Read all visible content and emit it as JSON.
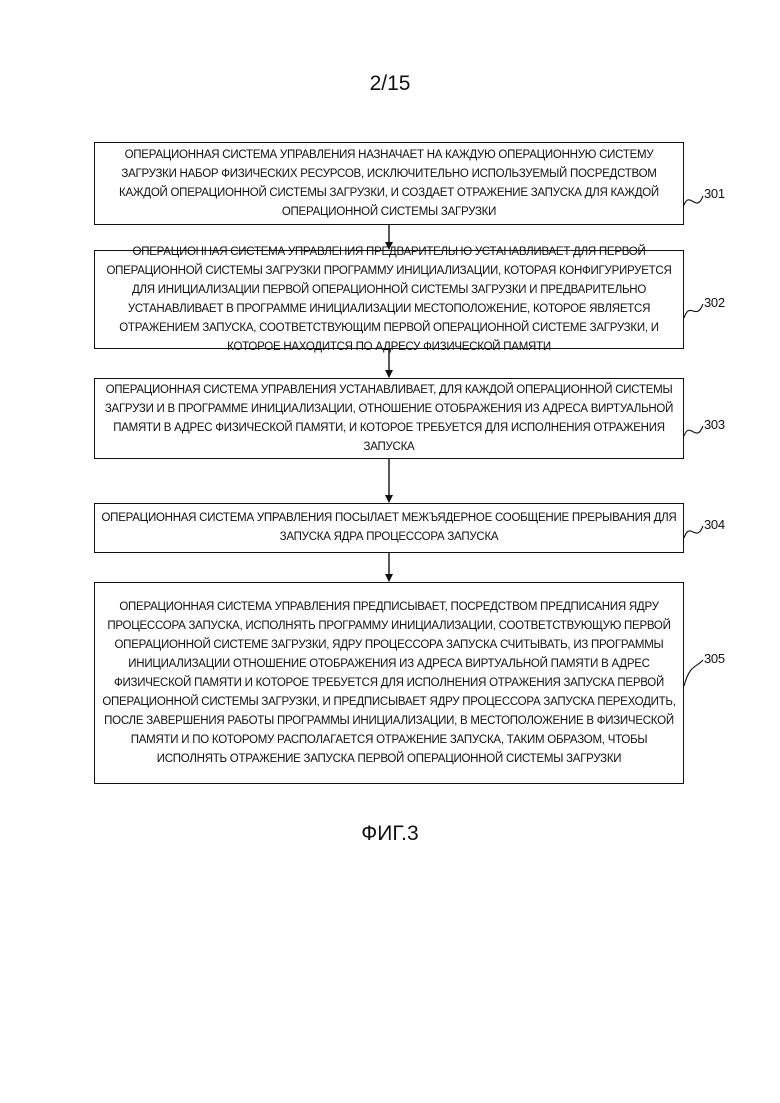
{
  "page_number": "2/15",
  "steps": [
    {
      "ref": "301",
      "text": "Операционная система управления назначает на каждую операционную систему загрузки набор физических ресурсов, исключительно используемый посредством каждой операционной системы загрузки, и создает отражение запуска для каждой операционной системы загрузки"
    },
    {
      "ref": "302",
      "text": "Операционная система управления предварительно устанавливает для первой операционной системы загрузки программу инициализации, которая конфигурируется для инициализации первой операционной системы загрузки и предварительно устанавливает в программе инициализации местоположение, которое является отражением запуска, соответствующим первой операционной системе загрузки, и которое находится по адресу физической памяти"
    },
    {
      "ref": "303",
      "text": "Операционная система управления устанавливает, для каждой операционной системы загрузи и в программе инициализации, отношение отображения из адреса виртуальной памяти в адрес физической памяти, и которое требуется для исполнения отражения запуска"
    },
    {
      "ref": "304",
      "text": "Операционная система управления посылает межъядерное сообщение прерывания для запуска ядра процессора запуска"
    },
    {
      "ref": "305",
      "text": "Операционная система управления предписывает, посредством предписания ядру процессора запуска, исполнять программу инициализации, соответствующую первой операционной системе загрузки, ядру процессора запуска считывать, из программы инициализации отношение отображения из адреса виртуальной памяти в адрес физической памяти и которое требуется для исполнения отражения запуска первой операционной системы загрузки, и предписывает ядру процессора запуска переходить, после завершения работы программы инициализации, в местоположение в физической памяти и по которому располагается отражение запуска, таким образом, чтобы исполнять отражение запуска первой операционной системы загрузки"
    }
  ],
  "figure_caption": "ФИГ.3"
}
